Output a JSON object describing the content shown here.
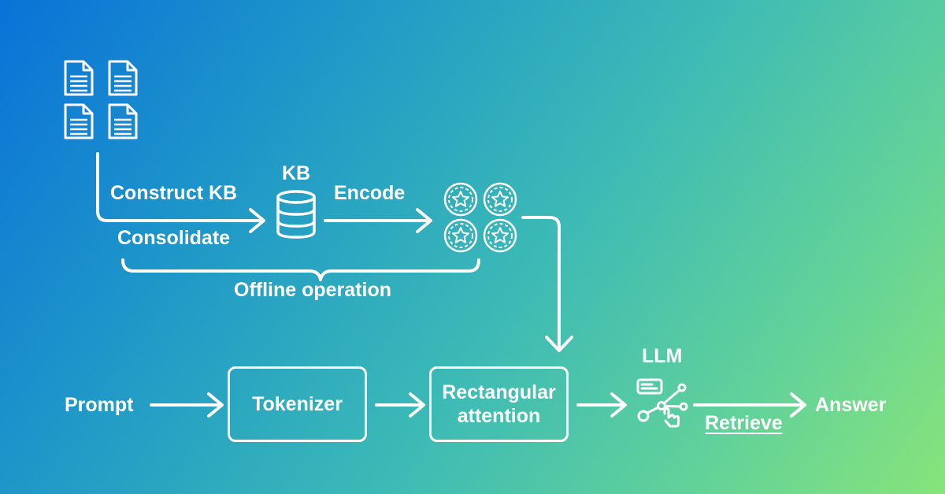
{
  "offline": {
    "construct_label": "Construct KB",
    "consolidate_label": "Consolidate",
    "kb_label": "KB",
    "encode_label": "Encode",
    "offline_label": "Offline operation"
  },
  "online": {
    "prompt_label": "Prompt",
    "tokenizer_label": "Tokenizer",
    "rect_attention_label": "Rectangular attention",
    "llm_label": "LLM",
    "retrieve_label": "Retrieve",
    "answer_label": "Answer"
  },
  "icons": [
    "document-icon",
    "database-icon",
    "star-coin-icon",
    "llm-network-icon"
  ],
  "colors": {
    "gradient_start": "#0a72d8",
    "gradient_end": "#88e47a",
    "foreground": "#ffffff"
  }
}
